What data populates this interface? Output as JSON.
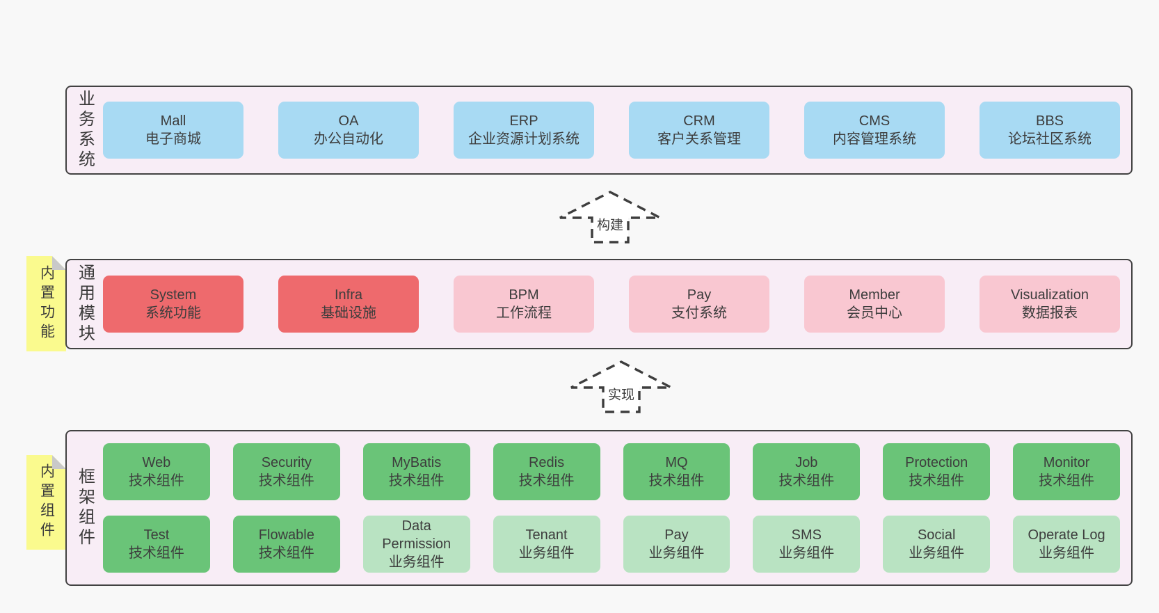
{
  "bands": [
    {
      "label": "业务系统",
      "boxes": [
        {
          "en": "Mall",
          "cn": "电子商城"
        },
        {
          "en": "OA",
          "cn": "办公自动化"
        },
        {
          "en": "ERP",
          "cn": "企业资源计划系统"
        },
        {
          "en": "CRM",
          "cn": "客户关系管理"
        },
        {
          "en": "CMS",
          "cn": "内容管理系统"
        },
        {
          "en": "BBS",
          "cn": "论坛社区系统"
        }
      ]
    },
    {
      "label": "通用模块",
      "sticky": "内置功能",
      "boxes": [
        {
          "en": "System",
          "cn": "系统功能"
        },
        {
          "en": "Infra",
          "cn": "基础设施"
        },
        {
          "en": "BPM",
          "cn": "工作流程"
        },
        {
          "en": "Pay",
          "cn": "支付系统"
        },
        {
          "en": "Member",
          "cn": "会员中心"
        },
        {
          "en": "Visualization",
          "cn": "数据报表"
        }
      ]
    },
    {
      "label": "框架组件",
      "sticky": "内置组件",
      "row1": [
        {
          "en": "Web",
          "cn": "技术组件"
        },
        {
          "en": "Security",
          "cn": "技术组件"
        },
        {
          "en": "MyBatis",
          "cn": "技术组件"
        },
        {
          "en": "Redis",
          "cn": "技术组件"
        },
        {
          "en": "MQ",
          "cn": "技术组件"
        },
        {
          "en": "Job",
          "cn": "技术组件"
        },
        {
          "en": "Protection",
          "cn": "技术组件"
        },
        {
          "en": "Monitor",
          "cn": "技术组件"
        }
      ],
      "row2": [
        {
          "en": "Test",
          "cn": "技术组件"
        },
        {
          "en": "Flowable",
          "cn": "技术组件"
        },
        {
          "en": "Data Permission",
          "cn": "业务组件"
        },
        {
          "en": "Tenant",
          "cn": "业务组件"
        },
        {
          "en": "Pay",
          "cn": "业务组件"
        },
        {
          "en": "SMS",
          "cn": "业务组件"
        },
        {
          "en": "Social",
          "cn": "业务组件"
        },
        {
          "en": "Operate Log",
          "cn": "业务组件"
        }
      ]
    }
  ],
  "arrows": [
    {
      "label": "构建"
    },
    {
      "label": "实现"
    }
  ],
  "colors": {
    "page_bg": "#f8f8f8",
    "panel_bg": "#f8edf6",
    "panel_border": "#424242",
    "box_blue": "#a8daf3",
    "box_red": "#ee6a6d",
    "box_pink": "#f9c7d1",
    "box_green_dark": "#6ac478",
    "box_green_light": "#b9e3c2",
    "sticky_yellow": "#fafa8e",
    "sticky_fold": "#c9c9c9",
    "text": "#3d3d3d",
    "arrow_stroke": "#3e3e3e"
  }
}
